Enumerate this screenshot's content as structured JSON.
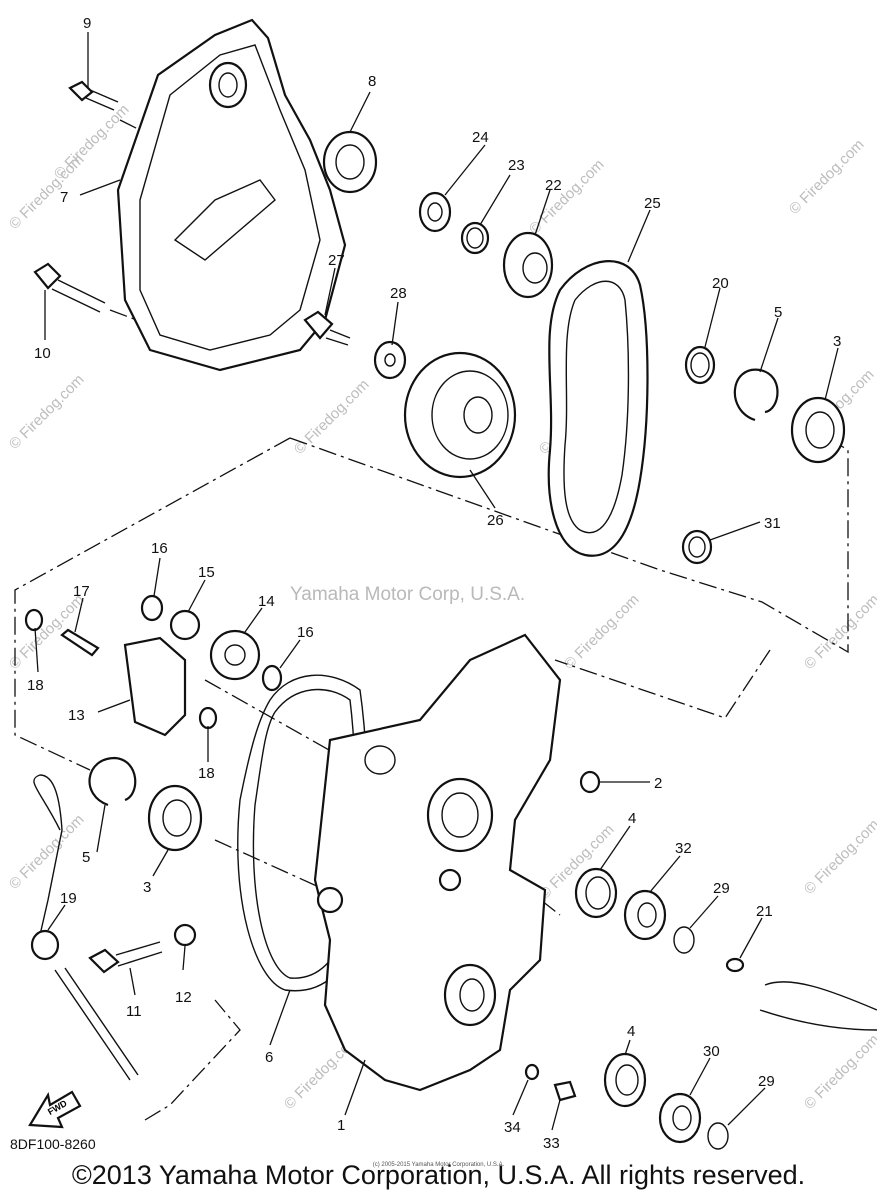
{
  "diagram": {
    "drawing_number": "8DF100-8260",
    "copyright": "©2013 Yamaha Motor Corporation, U.S.A. All rights reserved.",
    "small_copyright": "(c) 2005-2015 Yamaha Motor Corporation, U.S.A.",
    "center_watermark": "Yamaha Motor Corp, U.S.A.",
    "watermark": "© Firedog.com",
    "fwd_label": "FWD",
    "callouts": [
      "1",
      "2",
      "3",
      "3",
      "4",
      "4",
      "5",
      "5",
      "6",
      "7",
      "8",
      "9",
      "10",
      "11",
      "12",
      "13",
      "14",
      "15",
      "16",
      "16",
      "17",
      "18",
      "18",
      "19",
      "20",
      "21",
      "22",
      "23",
      "24",
      "25",
      "26",
      "27",
      "28",
      "29",
      "29",
      "30",
      "31",
      "32",
      "33",
      "34"
    ]
  }
}
